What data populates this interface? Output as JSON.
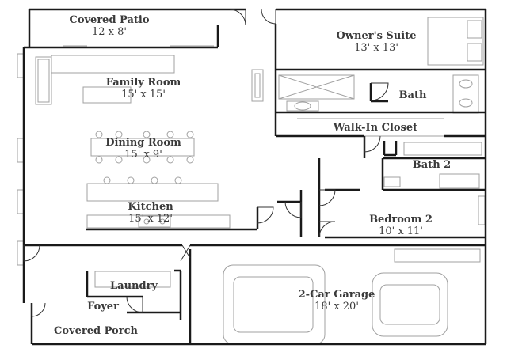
{
  "rooms": {
    "covered_patio": {
      "name": "Covered Patio",
      "dim": "12 x 8'"
    },
    "owners_suite": {
      "name": "Owner's Suite",
      "dim": "13' x 13'"
    },
    "family_room": {
      "name": "Family Room",
      "dim": "15' x 15'"
    },
    "bath": {
      "name": "Bath"
    },
    "walk_in_closet": {
      "name": "Walk-In Closet"
    },
    "dining_room": {
      "name": "Dining Room",
      "dim": "15' x 9'"
    },
    "bath_2": {
      "name": "Bath 2"
    },
    "kitchen": {
      "name": "Kitchen",
      "dim": "15' x 12'"
    },
    "bedroom_2": {
      "name": "Bedroom 2",
      "dim": "10' x 11'"
    },
    "laundry": {
      "name": "Laundry"
    },
    "foyer": {
      "name": "Foyer"
    },
    "garage": {
      "name": "2-Car Garage",
      "dim": "18' x 20'"
    },
    "covered_porch": {
      "name": "Covered Porch"
    }
  },
  "colors": {
    "wall": "#1a1a1a",
    "fixture": "#9a9a9a",
    "text": "#3a3a3a"
  }
}
